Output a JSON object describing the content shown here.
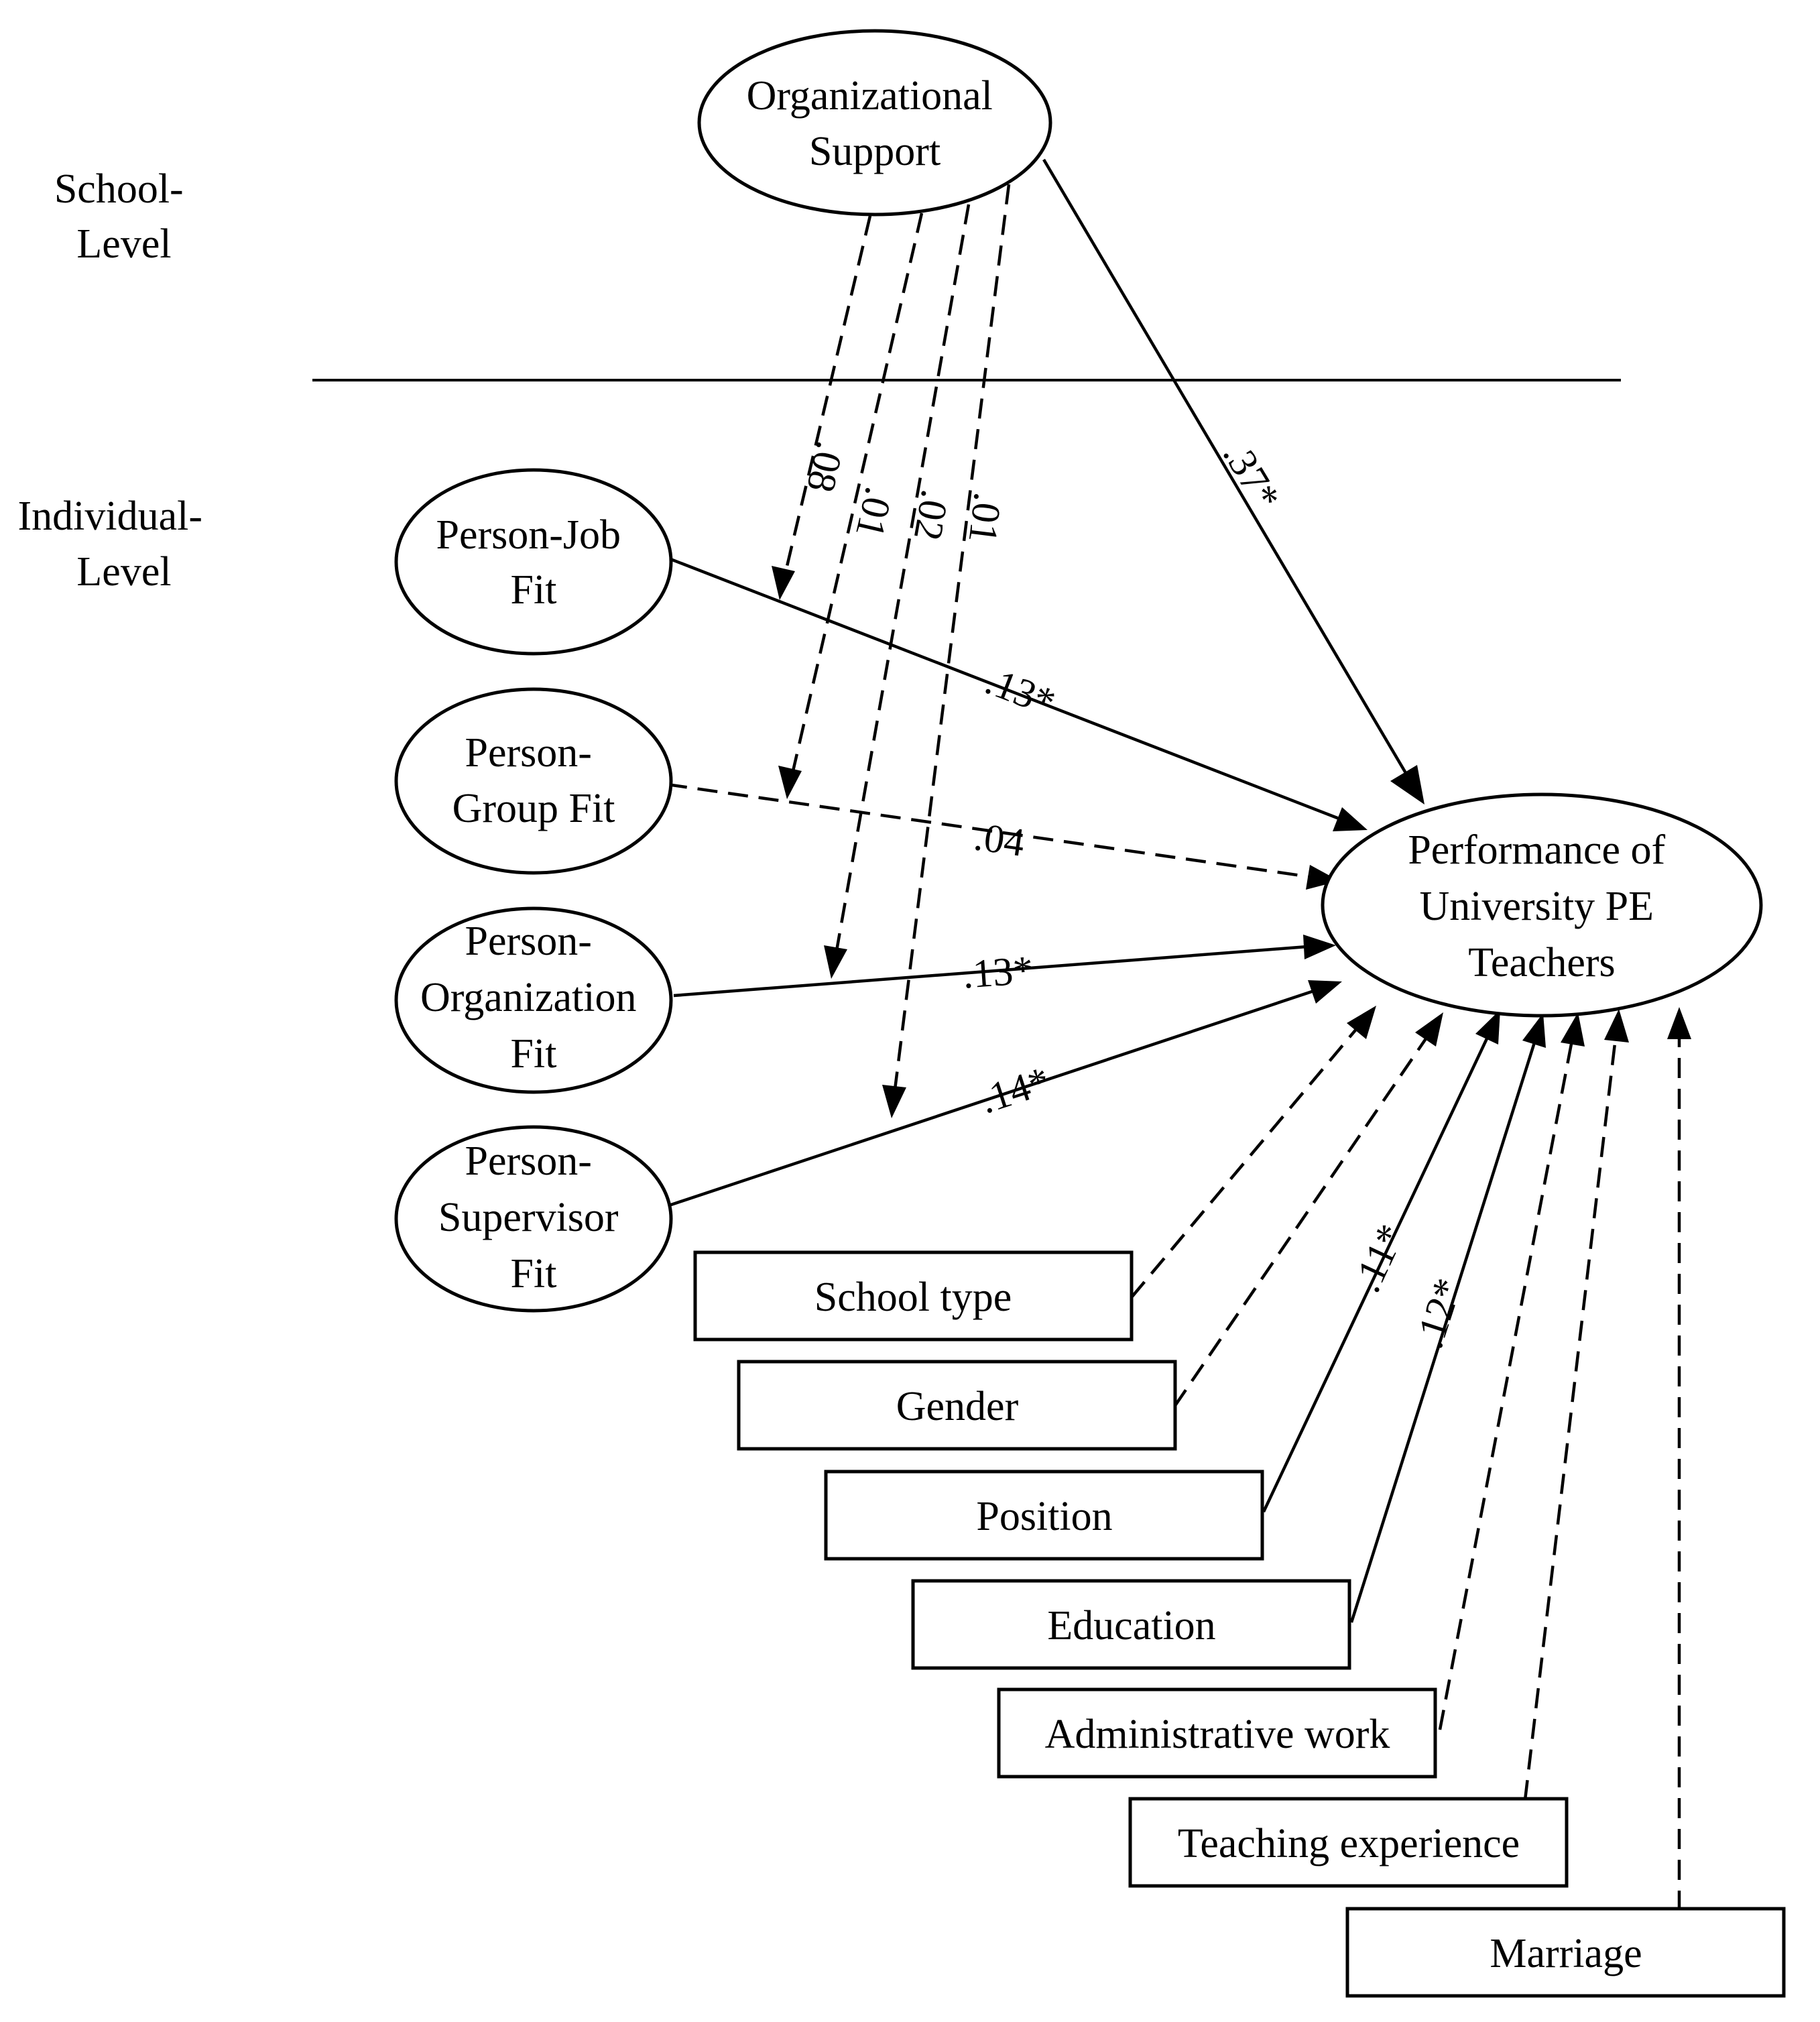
{
  "levels": {
    "school": [
      "School-",
      "Level"
    ],
    "individual": [
      "Individual-",
      "Level"
    ]
  },
  "nodes": {
    "org_support": [
      "Organizational",
      "Support"
    ],
    "person_job_fit": [
      "Person-Job",
      "Fit"
    ],
    "person_group_fit": [
      "Person-",
      "Group Fit"
    ],
    "person_org_fit": [
      "Person-",
      "Organization",
      "Fit"
    ],
    "person_supervisor_fit": [
      "Person-",
      "Supervisor",
      "Fit"
    ],
    "performance": [
      "Performance of",
      "University PE",
      "Teachers"
    ],
    "school_type": "School type",
    "gender": "Gender",
    "position": "Position",
    "education": "Education",
    "administrative_work": "Administrative work",
    "teaching_experience": "Teaching experience",
    "marriage": "Marriage"
  },
  "coefficients": {
    "os_to_pj": ".08",
    "os_to_pg": ".01",
    "os_to_po": ".02",
    "os_to_ps": ".01",
    "os_to_perf": ".37*",
    "pj_to_perf": ".13*",
    "pg_to_perf": ".04",
    "po_to_perf": ".13*",
    "ps_to_perf": ".14*",
    "position_to_perf": ".11*",
    "education_to_perf": ".12*"
  },
  "edge_styles": {
    "significant": "solid",
    "non_significant": "dashed"
  }
}
